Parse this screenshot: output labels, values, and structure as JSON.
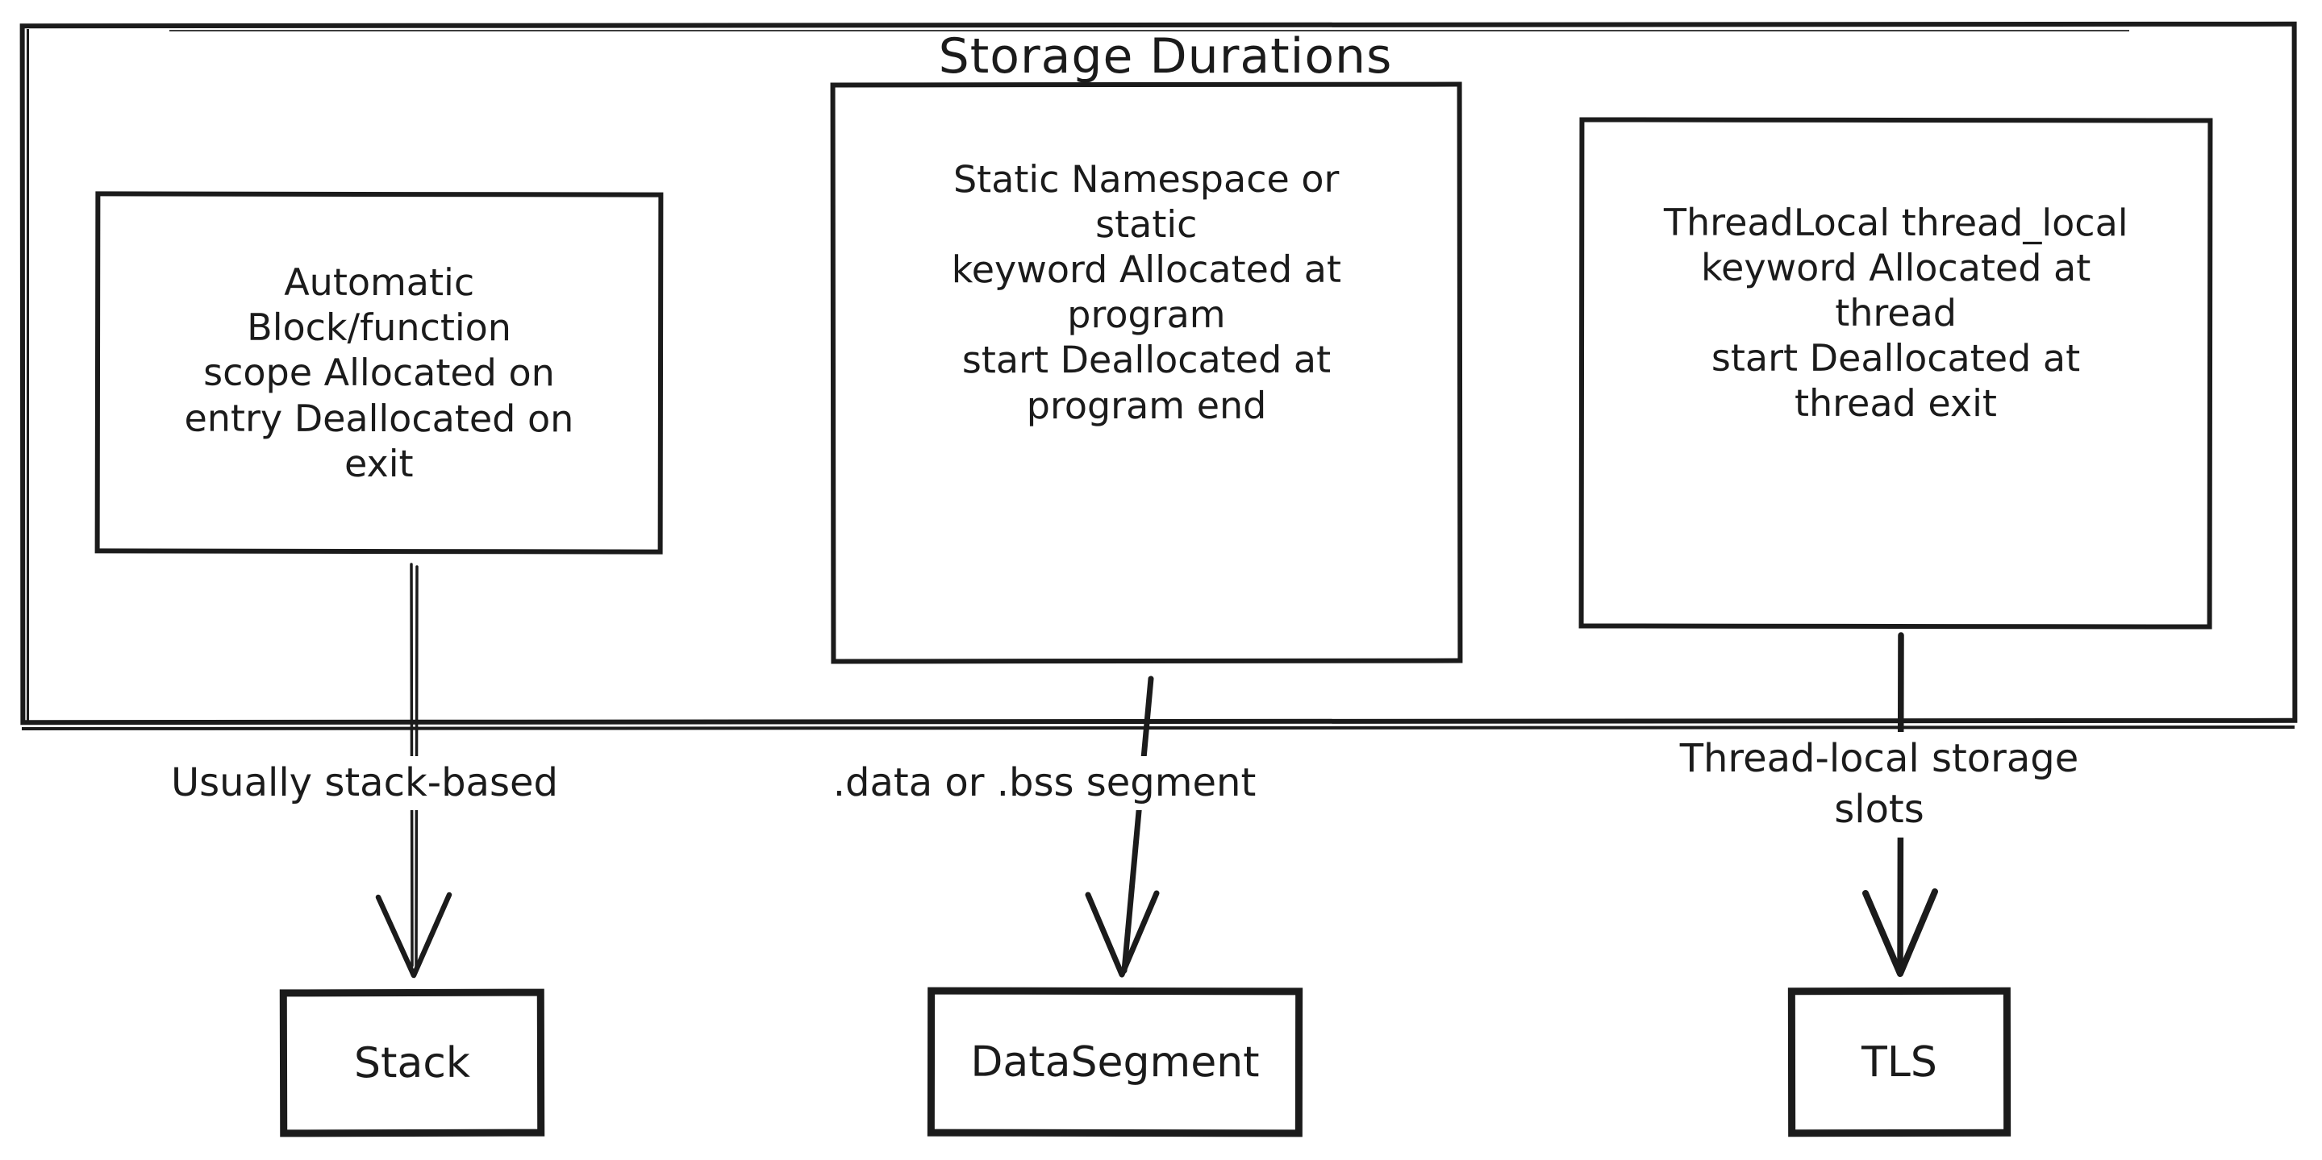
{
  "title": "Storage Durations",
  "columns": [
    {
      "duration_box": "Automatic\nBlock/function\nscope Allocated on\nentry Deallocated on\nexit",
      "arrow_label": "Usually stack-based",
      "target_box": "Stack"
    },
    {
      "duration_box": "Static Namespace or\nstatic\nkeyword Allocated at\nprogram\nstart Deallocated at\nprogram end",
      "arrow_label": ".data or .bss segment",
      "target_box": "DataSegment"
    },
    {
      "duration_box": "ThreadLocal thread_local\nkeyword Allocated at\nthread\nstart Deallocated at\nthread exit",
      "arrow_label": "Thread-local storage\nslots",
      "target_box": "TLS"
    }
  ],
  "colors": {
    "stroke": "#1b1b1b",
    "background": "#ffffff"
  }
}
